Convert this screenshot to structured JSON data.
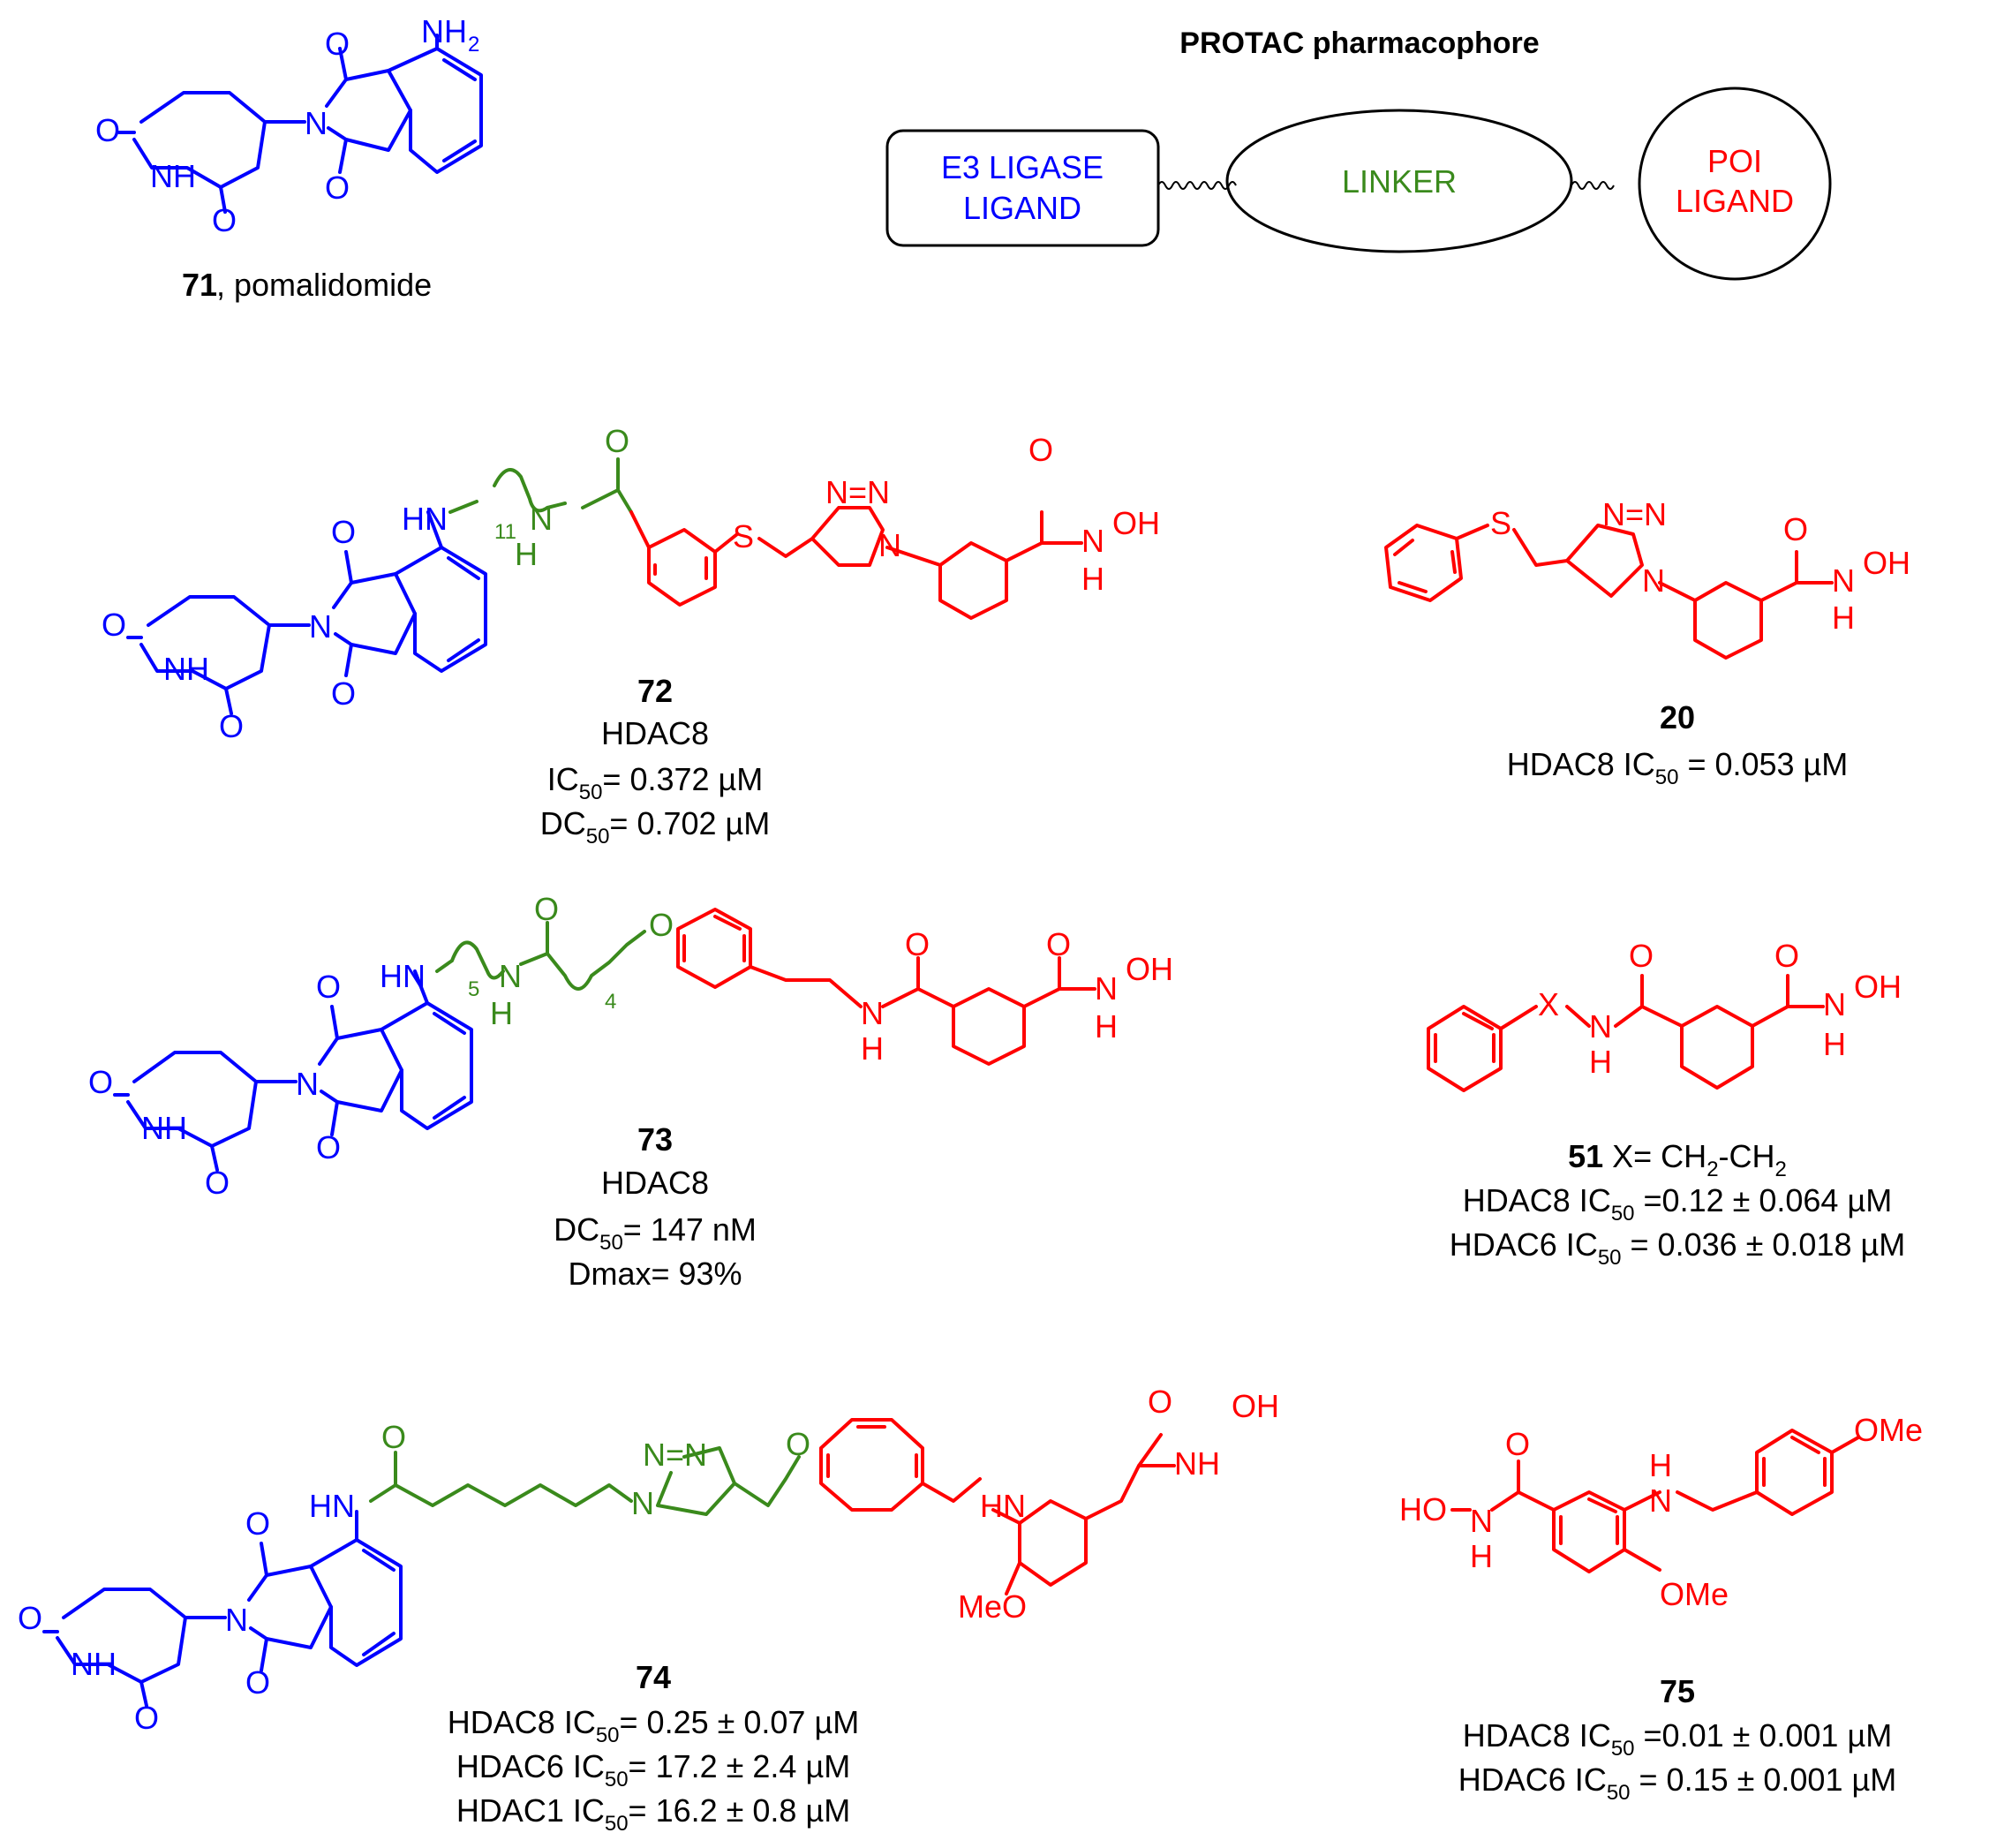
{
  "colors": {
    "e3": "#0000ff",
    "linker": "#3a8a1c",
    "poi": "#ff0000",
    "text": "#000000"
  },
  "pharmacophore": {
    "title": "PROTAC pharmacophore",
    "e3_line1": "E3 LIGASE",
    "e3_line2": "LIGAND",
    "linker": "LINKER",
    "poi_line1": "POI",
    "poi_line2": "LIGAND"
  },
  "atoms": {
    "nh2": "NH",
    "nh2_sub": "2",
    "o": "O",
    "n": "N",
    "hn": "HN",
    "nh": "NH",
    "h": "H",
    "oh": "OH",
    "ho": "HO",
    "s": "S",
    "nn": "N=N",
    "x": "X",
    "meo": "MeO",
    "ome": "OMe",
    "n11": "11",
    "n5": "5",
    "n4": "4"
  },
  "compounds": {
    "c71": {
      "num": "71",
      "name": ", pomalidomide"
    },
    "c72": {
      "num": "72",
      "target": "HDAC8",
      "l1a": "IC",
      "l1s": "50",
      "l1b": "= 0.372 µM",
      "l2a": "DC",
      "l2s": "50",
      "l2b": "= 0.702 µM"
    },
    "c20": {
      "num": "20",
      "la": "HDAC8 IC",
      "ls": "50",
      "lb": " = 0.053 µM"
    },
    "c73": {
      "num": "73",
      "target": "HDAC8",
      "l1a": "DC",
      "l1s": "50",
      "l1b": "= 147 nM",
      "l2": "Dmax= 93%"
    },
    "c51": {
      "num": "51",
      "xa": " X= CH",
      "xs1": "2",
      "xb": "-CH",
      "xs2": "2",
      "l1a": "HDAC8 IC",
      "l1s": "50",
      "l1b": " =0.12 ± 0.064 µM",
      "l2a": "HDAC6 IC",
      "l2s": "50",
      "l2b": " = 0.036 ± 0.018 µM"
    },
    "c74": {
      "num": "74",
      "l1a": "HDAC8 IC",
      "l1s": "50",
      "l1b": "= 0.25 ± 0.07 µM",
      "l2a": "HDAC6 IC",
      "l2s": "50",
      "l2b": "= 17.2 ± 2.4 µM",
      "l3a": "HDAC1 IC",
      "l3s": "50",
      "l3b": "= 16.2 ± 0.8 µM"
    },
    "c75": {
      "num": "75",
      "l1a": "HDAC8 IC",
      "l1s": "50",
      "l1b": " =0.01 ± 0.001 µM",
      "l2a": "HDAC6 IC",
      "l2s": "50",
      "l2b": " = 0.15 ± 0.001 µM"
    }
  }
}
